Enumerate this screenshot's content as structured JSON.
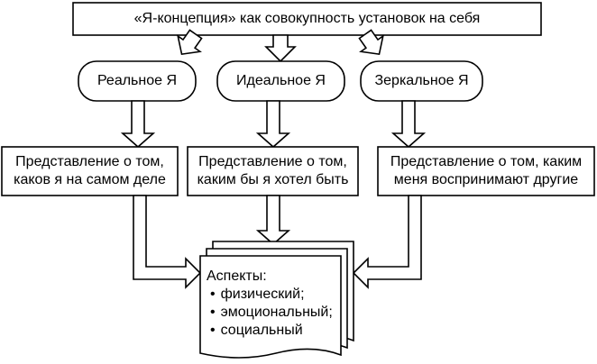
{
  "top_box": {
    "title": "«Я-концепция» как совокупность установок на себя"
  },
  "selves": [
    {
      "label": "Реальное Я",
      "description": [
        "Представление о том,",
        "каков я на самом деле"
      ]
    },
    {
      "label": "Идеальное Я",
      "description": [
        "Представление о том,",
        "каким бы я хотел быть"
      ]
    },
    {
      "label": "Зеркальное Я",
      "description": [
        "Представление о том, каким",
        "меня воспринимают другие"
      ]
    }
  ],
  "aspects": {
    "title": "Аспекты:",
    "items": [
      "физический;",
      "эмоциональный;",
      "социальный"
    ]
  }
}
